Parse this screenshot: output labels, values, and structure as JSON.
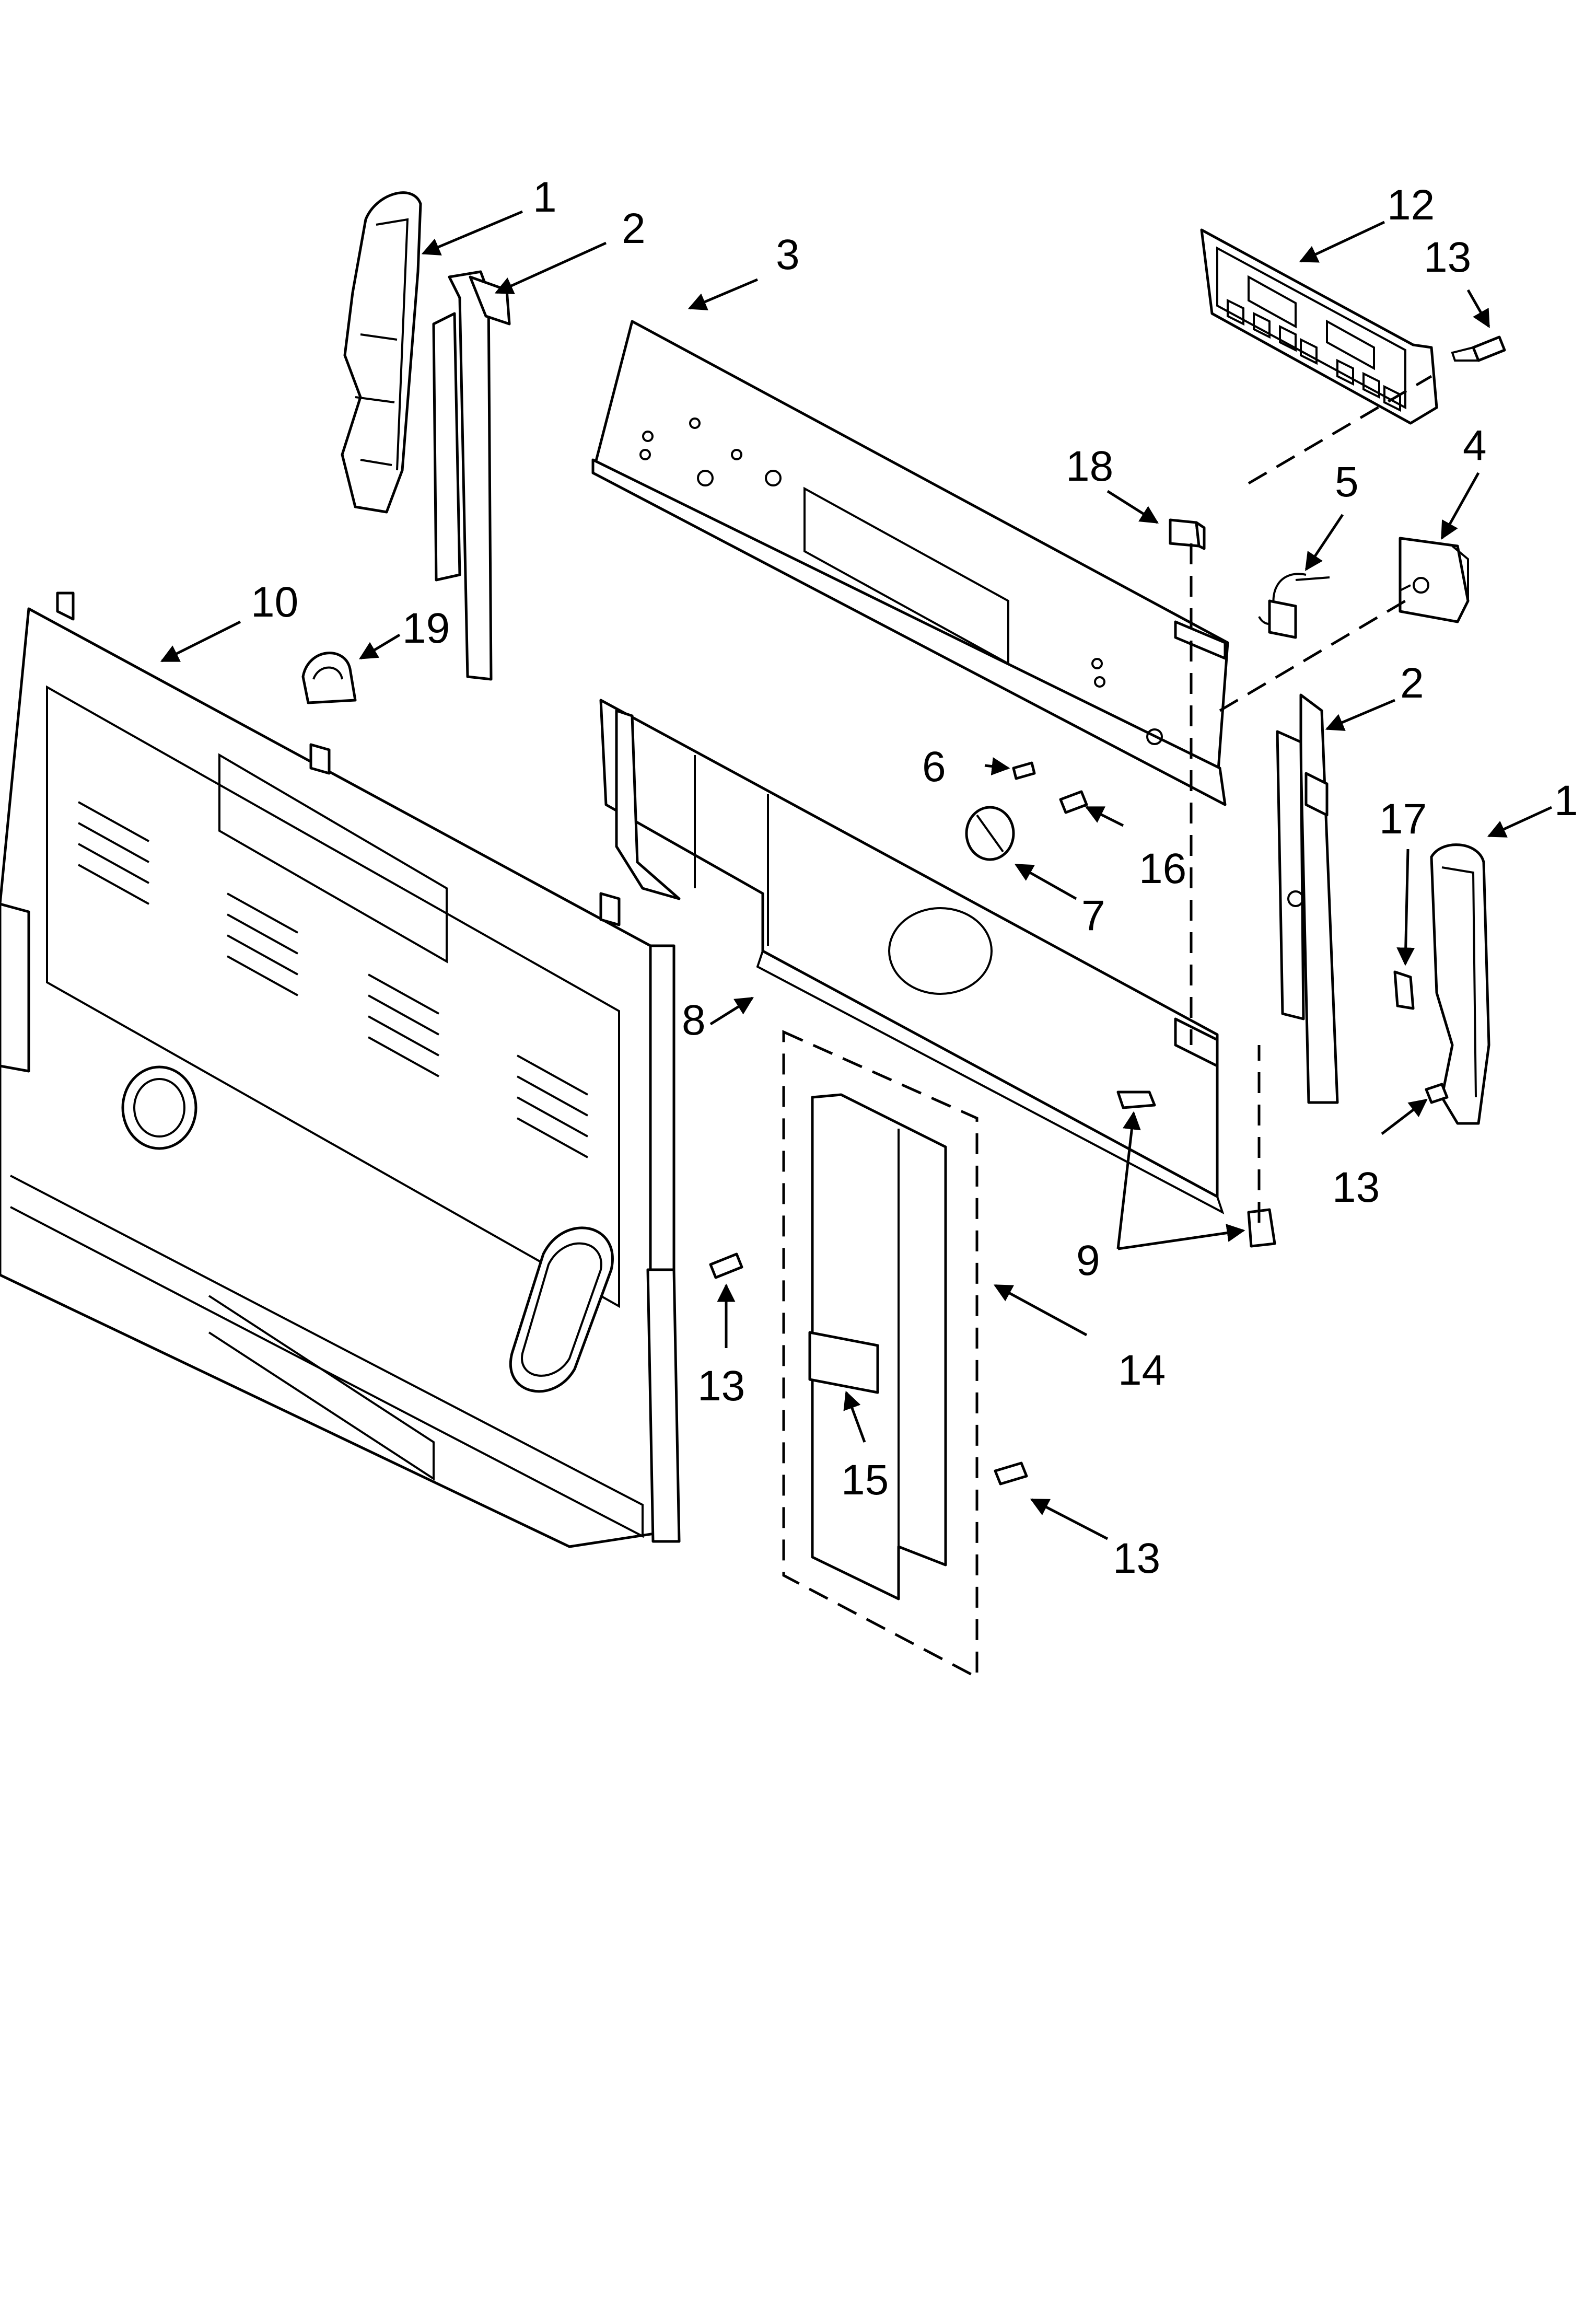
{
  "diagram": {
    "callouts": [
      {
        "id": "c1a",
        "text": "1"
      },
      {
        "id": "c2a",
        "text": "2"
      },
      {
        "id": "c3",
        "text": "3"
      },
      {
        "id": "c12",
        "text": "12"
      },
      {
        "id": "c13a",
        "text": "13"
      },
      {
        "id": "c18",
        "text": "18"
      },
      {
        "id": "c5",
        "text": "5"
      },
      {
        "id": "c4",
        "text": "4"
      },
      {
        "id": "c10",
        "text": "10"
      },
      {
        "id": "c19",
        "text": "19"
      },
      {
        "id": "c2b",
        "text": "2"
      },
      {
        "id": "c6",
        "text": "6"
      },
      {
        "id": "c17",
        "text": "17"
      },
      {
        "id": "c1b",
        "text": "1"
      },
      {
        "id": "c16",
        "text": "16"
      },
      {
        "id": "c7",
        "text": "7"
      },
      {
        "id": "c8",
        "text": "8"
      },
      {
        "id": "c13b",
        "text": "13"
      },
      {
        "id": "c9",
        "text": "9"
      },
      {
        "id": "c13c",
        "text": "13"
      },
      {
        "id": "c14",
        "text": "14"
      },
      {
        "id": "c15",
        "text": "15"
      },
      {
        "id": "c13d",
        "text": "13"
      }
    ]
  }
}
